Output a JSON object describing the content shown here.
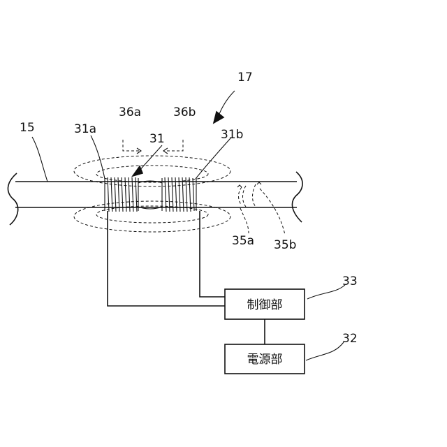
{
  "labels": {
    "device": "17",
    "pipe": "15",
    "coil": "31",
    "coil_a": "31a",
    "coil_b": "31b",
    "field_a": "36a",
    "field_b": "36b",
    "flow_a": "35a",
    "flow_b": "35b",
    "controller_ref": "33",
    "power_ref": "32"
  },
  "boxes": {
    "controller": "制御部",
    "power": "電源部"
  }
}
